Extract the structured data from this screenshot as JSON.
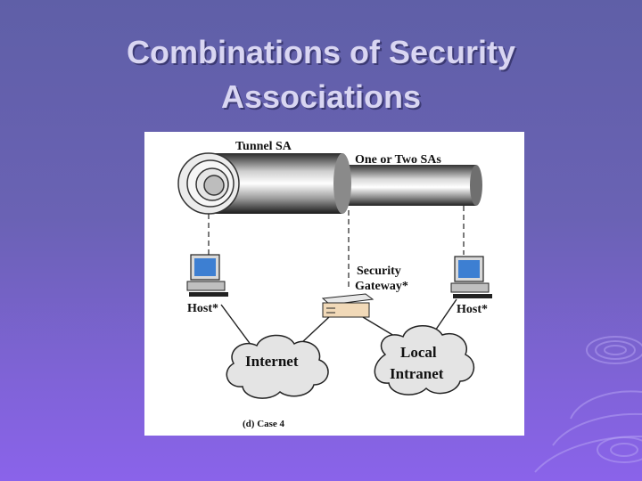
{
  "slide": {
    "title_line1": "Combinations of Security",
    "title_line2": "Associations"
  },
  "diagram": {
    "tunnel_label": "Tunnel SA",
    "inner_label": "One or Two SAs",
    "gateway_label_line1": "Security",
    "gateway_label_line2": "Gateway*",
    "host_left_label": "Host*",
    "host_right_label": "Host*",
    "cloud_internet_label": "Internet",
    "cloud_intranet_line1": "Local",
    "cloud_intranet_line2": "Intranet",
    "caption": "(d) Case 4"
  }
}
